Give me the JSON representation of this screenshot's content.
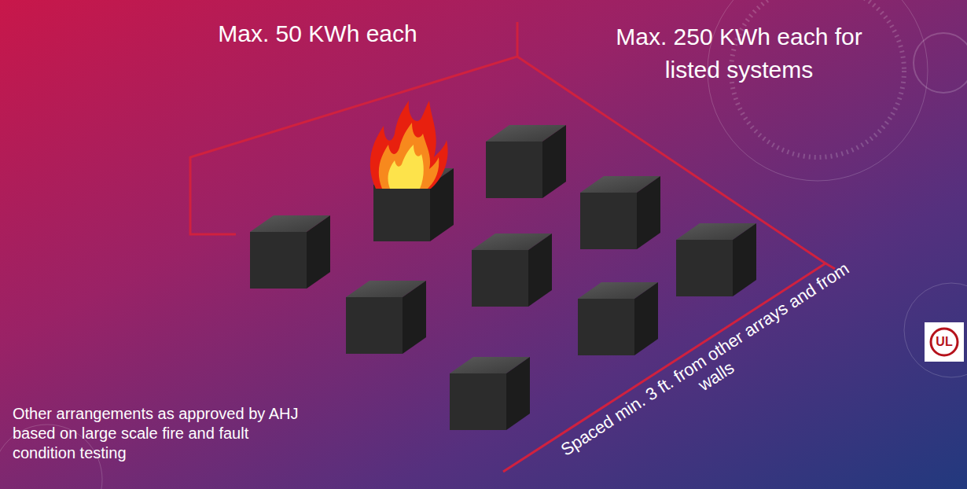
{
  "diagram": {
    "labels": [
      "Max. 50 KWh each",
      "Max. 250 KWh each for listed systems",
      "Spaced min. 3 ft. from other arrays and from walls",
      "Other arrangements as approved by AHJ based on large scale fire and fault condition testing",
      "UL"
    ]
  }
}
